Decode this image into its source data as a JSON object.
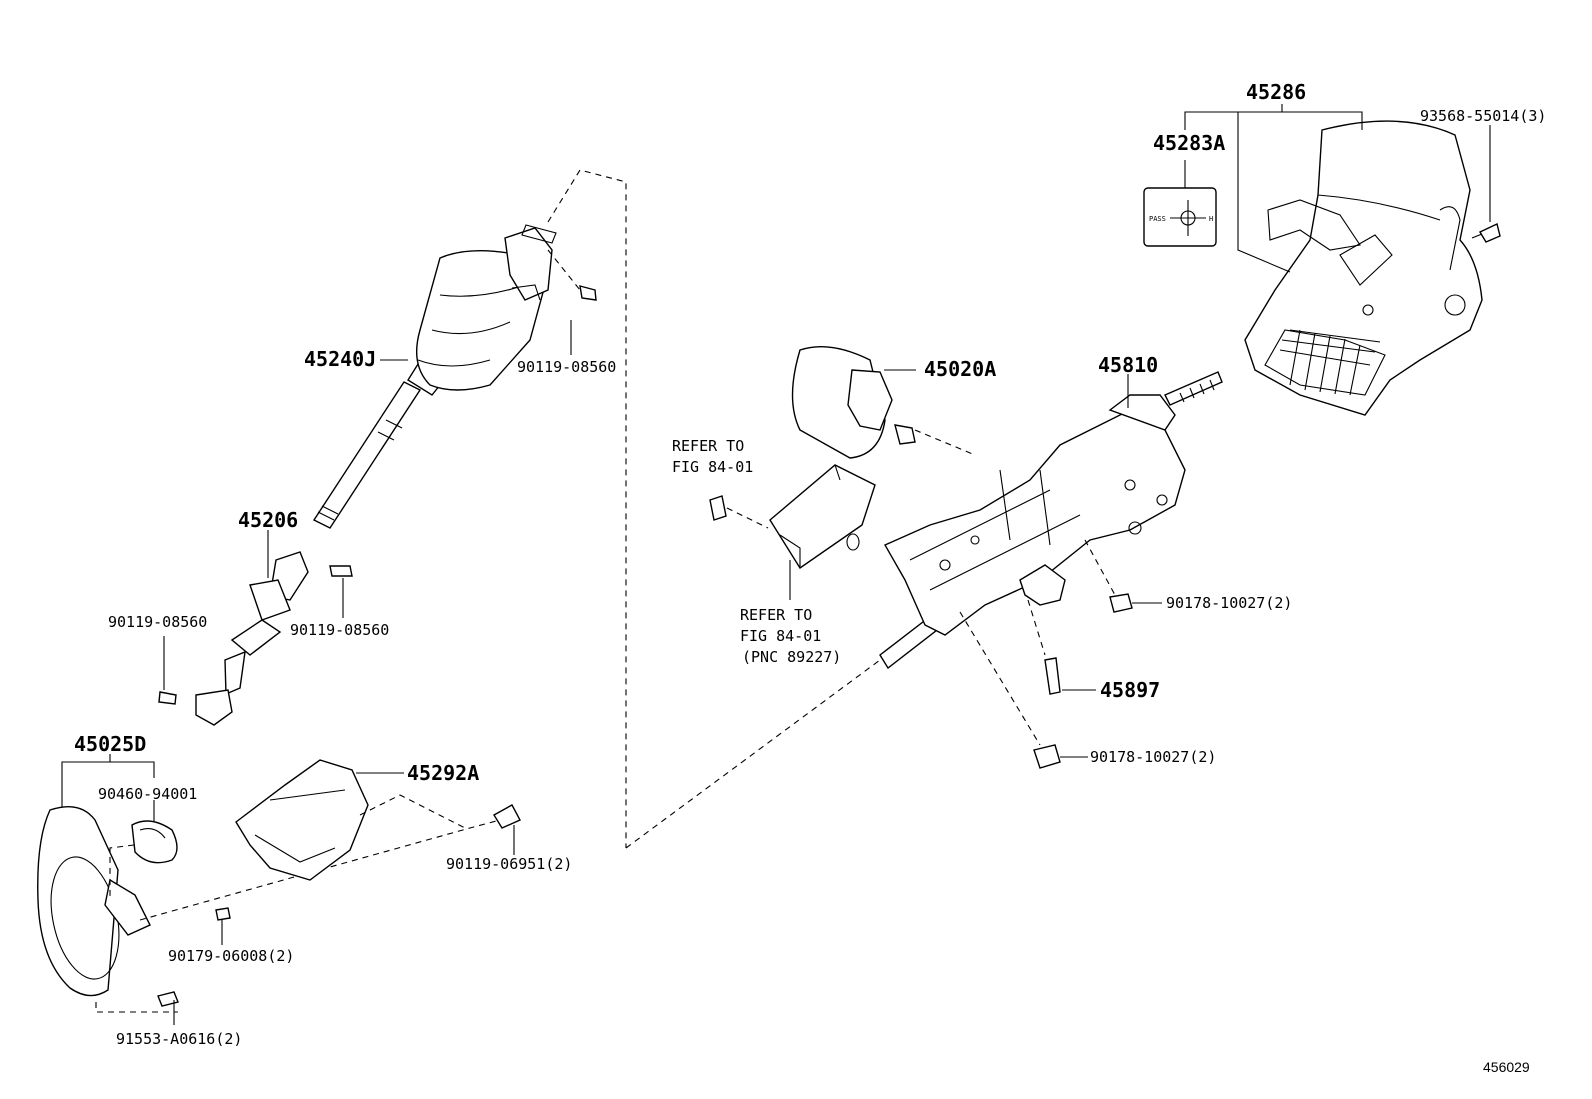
{
  "labels": {
    "p45286": "45286",
    "p93568": "93568-55014(3)",
    "p45283A": "45283A",
    "p45240J": "45240J",
    "p90119_top": "90119-08560",
    "p45020A": "45020A",
    "p45810": "45810",
    "p45206": "45206",
    "p90119_left": "90119-08560",
    "p90119_mid": "90119-08560",
    "p90178_a": "90178-10027(2)",
    "p45897": "45897",
    "p90178_b": "90178-10027(2)",
    "p45025D": "45025D",
    "p90460": "90460-94001",
    "p45292A": "45292A",
    "p90119_06951": "90119-06951(2)",
    "p90179": "90179-06008(2)",
    "p91553": "91553-A0616(2)"
  },
  "refer_upper": [
    "REFER TO",
    "FIG 84-01"
  ],
  "refer_lower": [
    "REFER TO",
    "FIG 84-01",
    "(PNC 89227)"
  ],
  "emblem": {
    "left": "PASS",
    "right": "H"
  },
  "figure_number": "456029"
}
